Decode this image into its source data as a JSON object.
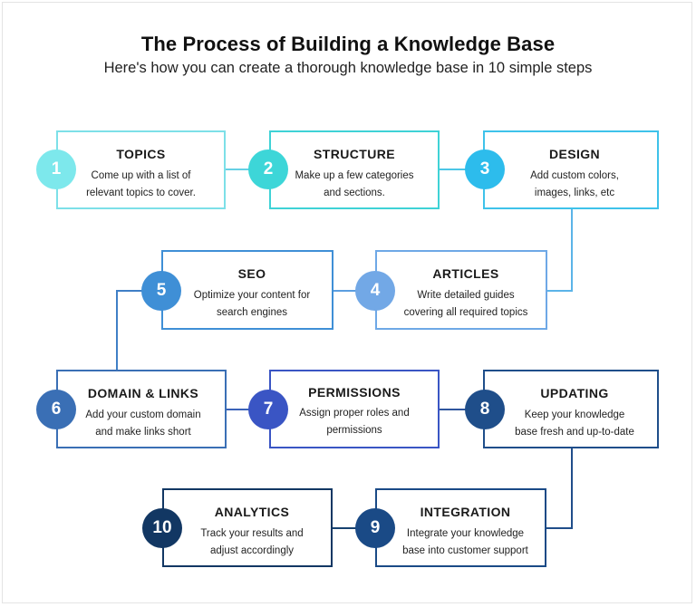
{
  "title": "The Process of Building a Knowledge Base",
  "subtitle": "Here's how you can create a thorough knowledge base in 10 simple steps",
  "steps": [
    {
      "number": "1",
      "title": "TOPICS",
      "line1": "Come up with a list of",
      "line2": "relevant topics to cover.",
      "color": "#7de8ec"
    },
    {
      "number": "2",
      "title": "STRUCTURE",
      "line1": "Make up a few categories",
      "line2": "and sections.",
      "color": "#3dd6d8"
    },
    {
      "number": "3",
      "title": "DESIGN",
      "line1": "Add custom colors,",
      "line2": "images, links, etc",
      "color": "#2dbcec"
    },
    {
      "number": "4",
      "title": "ARTICLES",
      "line1": "Write detailed guides",
      "line2": "covering all required topics",
      "color": "#72a8e6"
    },
    {
      "number": "5",
      "title": "SEO",
      "line1": "Optimize your content for",
      "line2": "search engines",
      "color": "#3f8fd6"
    },
    {
      "number": "6",
      "title": "DOMAIN & LINKS",
      "line1": "Add your custom domain",
      "line2": "and make links short",
      "color": "#3a6fb5"
    },
    {
      "number": "7",
      "title": "PERMISSIONS",
      "line1": "Assign proper roles and",
      "line2": "permissions",
      "color": "#3a55c4"
    },
    {
      "number": "8",
      "title": "UPDATING",
      "line1": "Keep your knowledge",
      "line2": "base fresh and up-to-date",
      "color": "#1f4e8a"
    },
    {
      "number": "9",
      "title": "INTEGRATION",
      "line1": "Integrate your knowledge",
      "line2": "base into customer support",
      "color": "#1a4a86"
    },
    {
      "number": "10",
      "title": "ANALYTICS",
      "line1": "Track your results and",
      "line2": "adjust accordingly",
      "color": "#123763"
    }
  ]
}
